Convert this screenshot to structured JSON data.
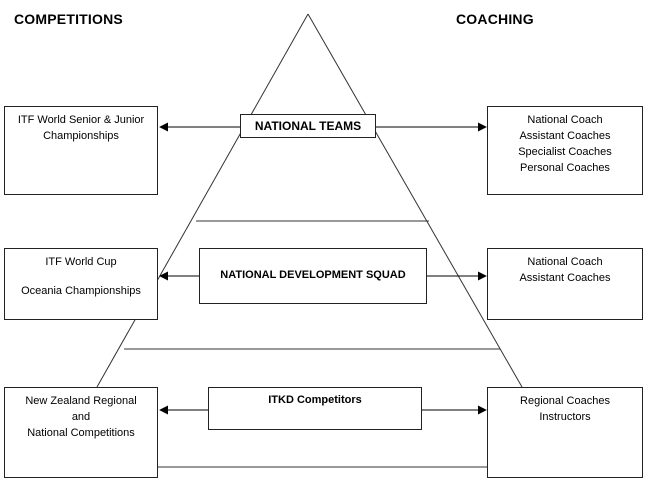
{
  "headings": {
    "left": "COMPETITIONS",
    "right": "COACHING"
  },
  "tiers": {
    "top": {
      "center": "NATIONAL TEAMS",
      "competitions": [
        "ITF World Senior & Junior",
        "Championships"
      ],
      "coaching": [
        "National Coach",
        "Assistant Coaches",
        "Specialist Coaches",
        "Personal Coaches"
      ]
    },
    "middle": {
      "center": "NATIONAL DEVELOPMENT SQUAD",
      "competitions": [
        "ITF World Cup",
        "Oceania Championships"
      ],
      "coaching": [
        "National Coach",
        "Assistant Coaches"
      ]
    },
    "bottom": {
      "center": "ITKD Competitors",
      "competitions": [
        "New Zealand Regional",
        "and",
        "National Competitions"
      ],
      "coaching": [
        "Regional Coaches",
        "Instructors"
      ]
    }
  }
}
